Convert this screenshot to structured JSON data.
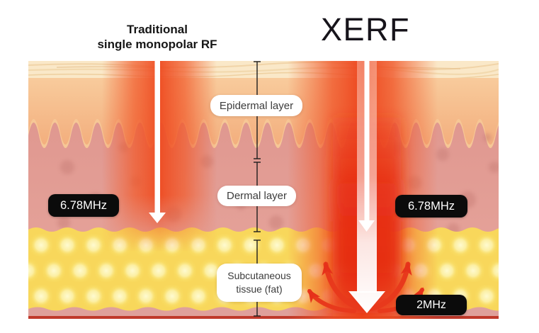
{
  "header": {
    "left_title": {
      "line1": "Traditional",
      "line2": "single monopolar RF"
    },
    "brand": "XERF"
  },
  "layer_labels": {
    "epidermal": "Epidermal layer",
    "dermal": "Dermal layer",
    "subcutaneous": {
      "line1": "Subcutaneous",
      "line2": "tissue (fat)"
    }
  },
  "frequency_badges": {
    "traditional": "6.78MHz",
    "xerf_dermal": "6.78MHz",
    "xerf_deep": "2MHz"
  },
  "colors": {
    "badge_bg": "#0b0b0b",
    "badge_text": "#ffffff",
    "heat_glow": "#f0562b",
    "deep_heat": "#e93418",
    "stratum_corneum": "#fae8c8",
    "epidermis": "#f5ba85",
    "dermis": "#e29b93",
    "fat": "#f8d75b",
    "baseline_red": "#c0392b",
    "arrow_white": "#ffffff",
    "dispersion_arrow_red": "#e8391c"
  }
}
